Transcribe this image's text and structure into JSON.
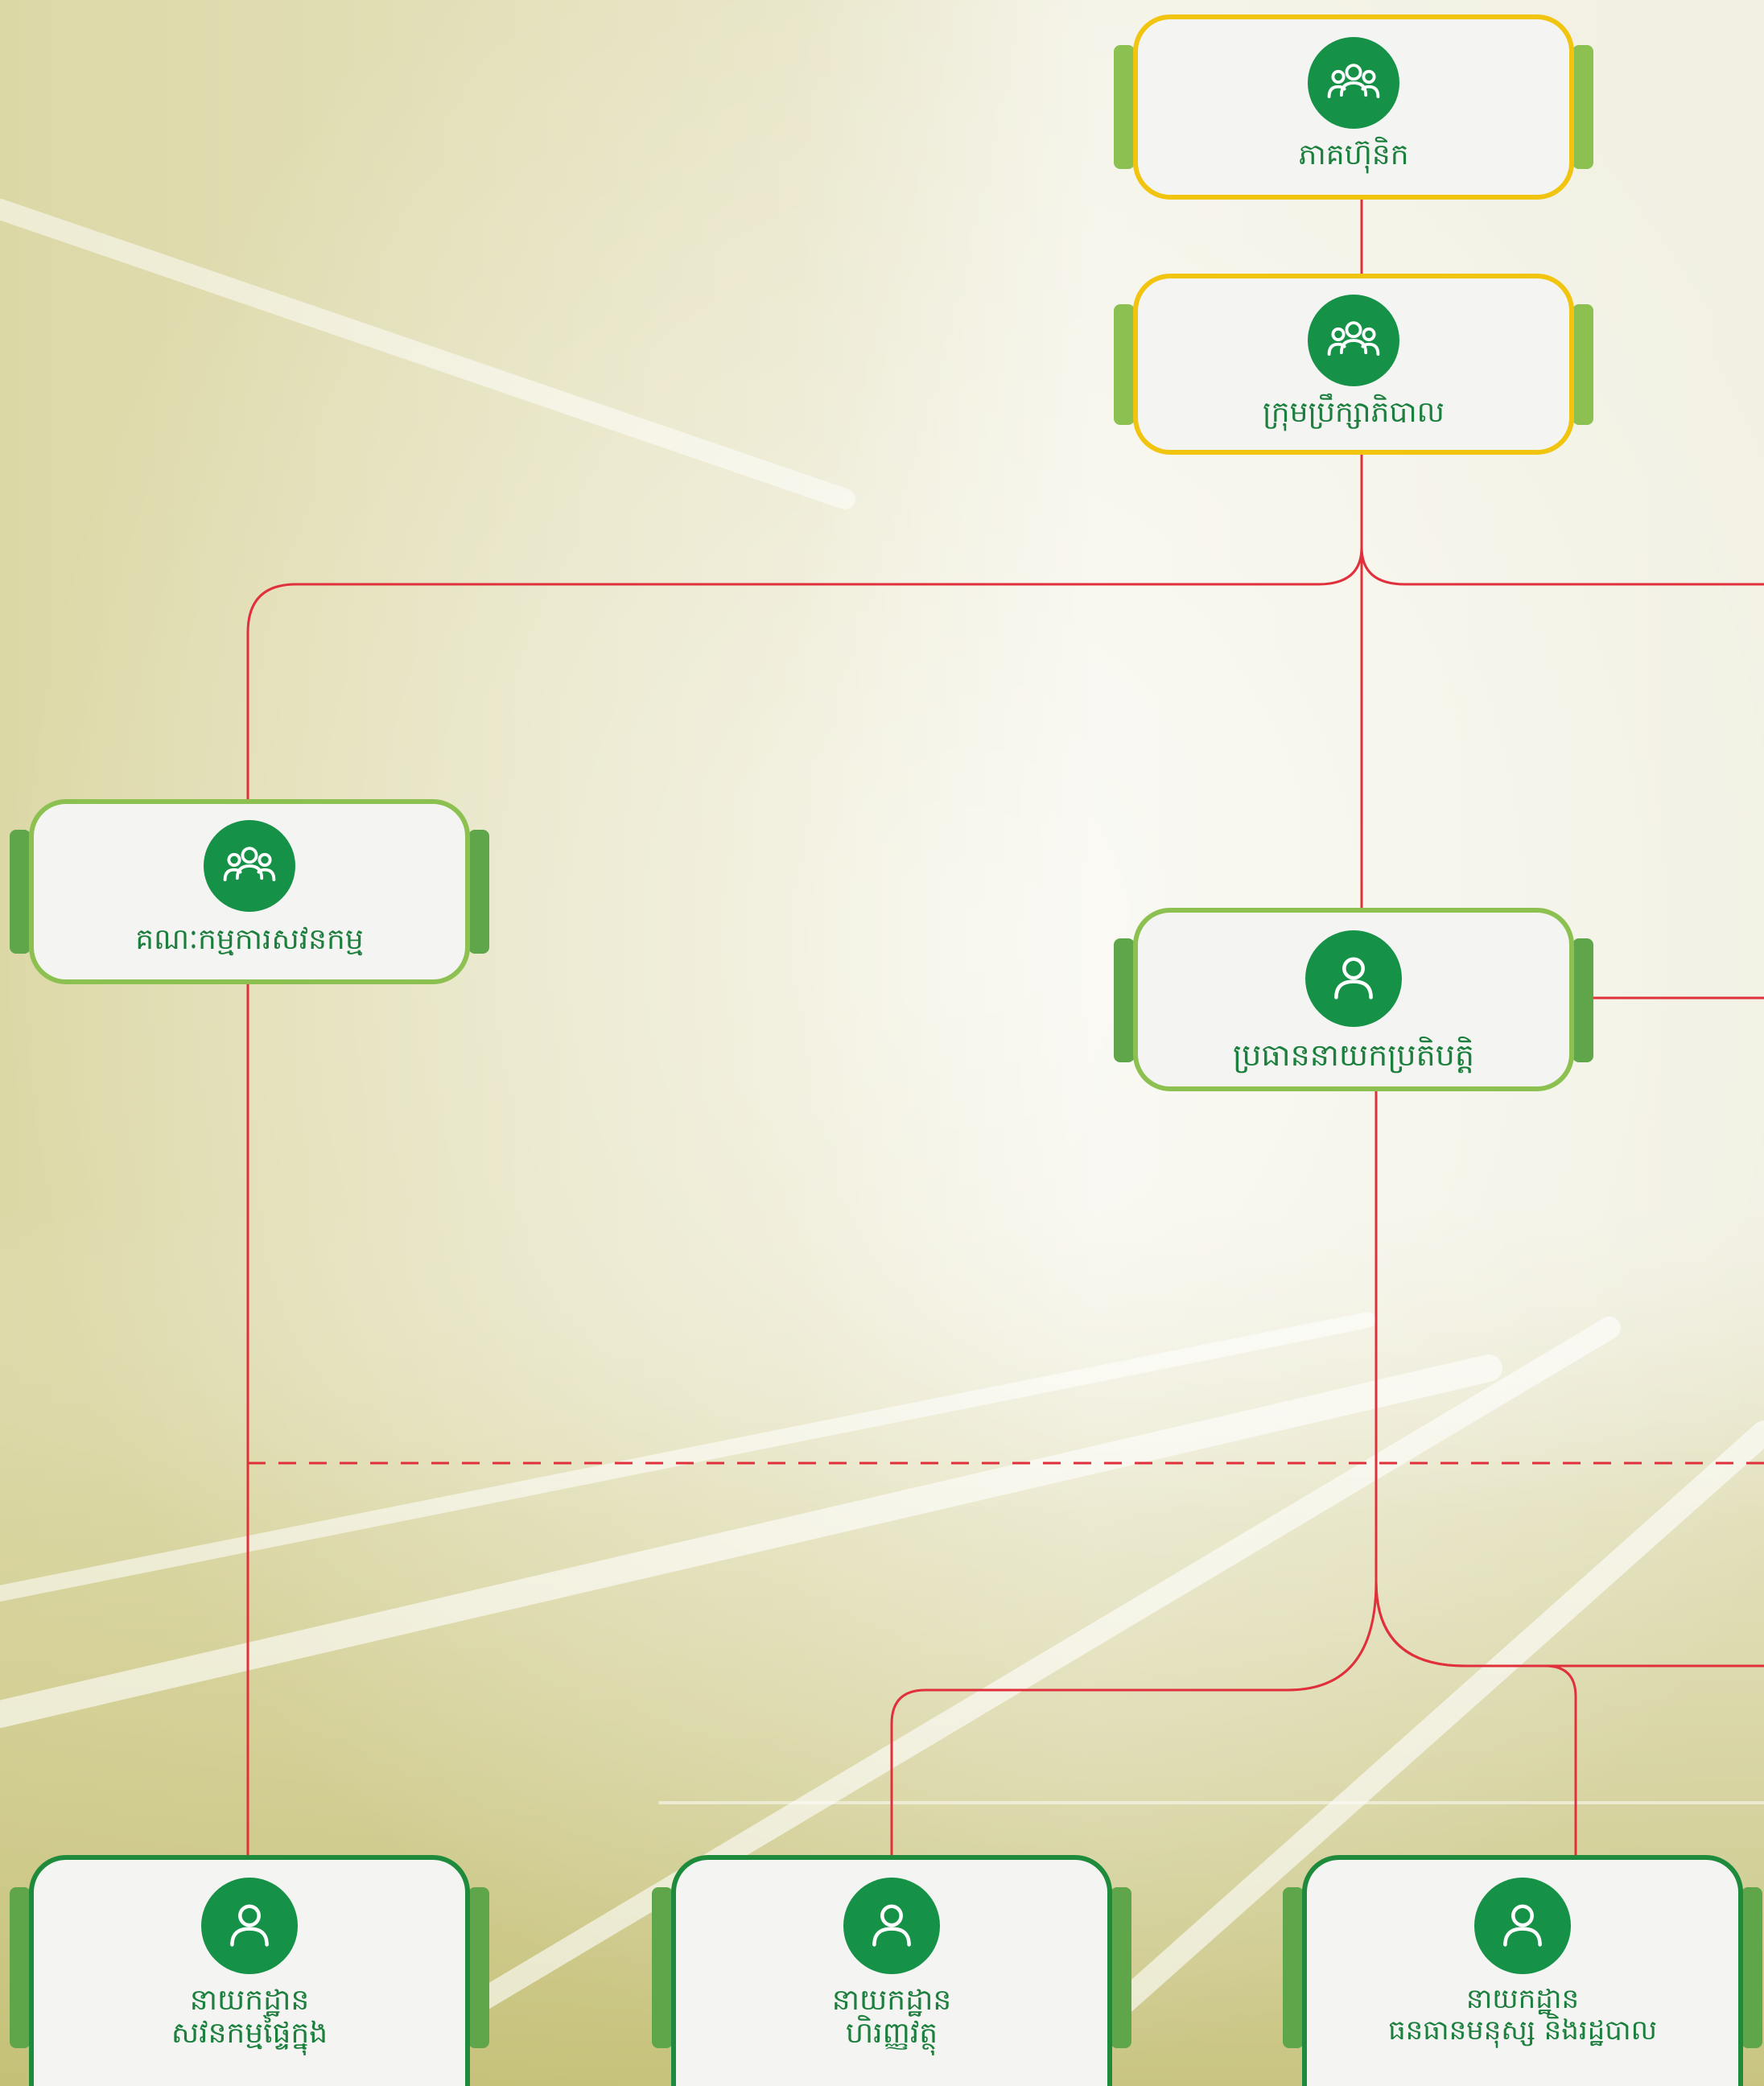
{
  "chart": {
    "nodes": {
      "shareholders": {
        "label": "ភាគហ៊ុនិក"
      },
      "board": {
        "label": "ក្រុមប្រឹក្សាភិបាល"
      },
      "audit_committee": {
        "label": "គណៈកម្មការសវនកម្ម"
      },
      "ceo": {
        "label": "ប្រធាននាយកប្រតិបត្តិ"
      },
      "internal_audit": {
        "line1": "នាយកដ្ឋាន",
        "line2": "សវនកម្មផ្ទៃក្នុង"
      },
      "finance": {
        "line1": "នាយកដ្ឋាន",
        "line2": "ហិរញ្ញវត្ថុ"
      },
      "hr_admin": {
        "line1": "នាយកដ្ឋាន",
        "line2": "ធនធានមនុស្ស និងរដ្ឋបាល"
      }
    }
  },
  "colors": {
    "brand_green": "#159247",
    "border_yellow": "#f1c40f",
    "border_light_green": "#8cc152",
    "border_dark_green": "#1e8b3c",
    "connector_red": "#e0303b"
  },
  "icons": {
    "group": "group-icon",
    "person": "person-icon"
  }
}
